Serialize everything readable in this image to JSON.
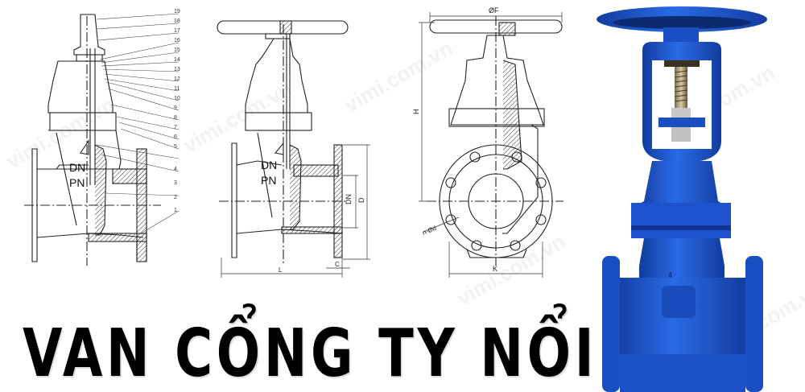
{
  "title": "VAN CỔNG TY NỔI",
  "watermark": "vimi.com.vn",
  "drawing1": {
    "part_numbers": [
      "19",
      "18",
      "17",
      "16",
      "15",
      "14",
      "13",
      "12",
      "11",
      "10",
      "9",
      "8",
      "7",
      "6",
      "5",
      "4",
      "3",
      "2",
      "1"
    ],
    "body_label_dn": "DN",
    "body_label_pn": "PN"
  },
  "drawing2": {
    "body_label_dn": "DN",
    "body_label_pn": "PN",
    "dimensions": {
      "dn": "DN",
      "d": "D",
      "c": "C",
      "l": "L"
    }
  },
  "drawing3": {
    "dimensions": {
      "f": "ØF",
      "h": "H",
      "nd": "n-Ød",
      "k": "K"
    }
  },
  "photo": {
    "description": "blue cast iron rising stem gate valve",
    "color": "#1f5ad6",
    "dark_color": "#123c9e"
  }
}
